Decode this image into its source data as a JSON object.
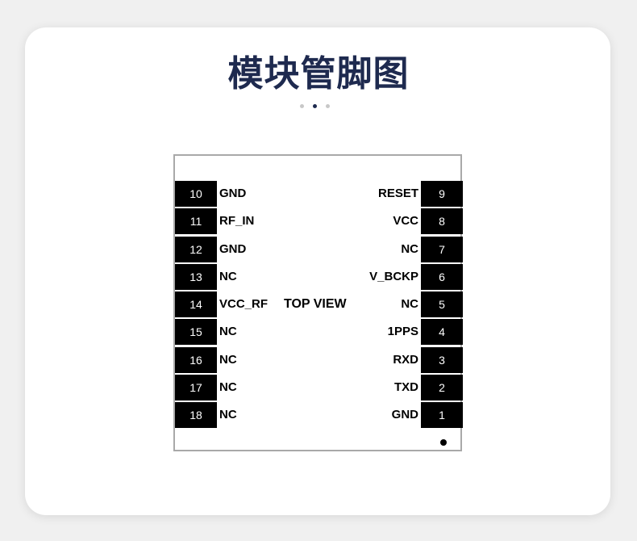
{
  "page": {
    "title": "模块管脚图"
  },
  "colors": {
    "title": "#1e2a4f",
    "card_background": "#ffffff",
    "page_background": "#f0f0f0",
    "pin_box": "#000000",
    "chip_border": "#a9a9a9",
    "dot_active": "#1e2a4f",
    "dot_inactive": "#c8c8c8"
  },
  "carousel": {
    "dot_count": 3,
    "active_index": 1
  },
  "diagram": {
    "center_label": "TOP VIEW",
    "pin1_marker": "dot",
    "left_pins": [
      {
        "number": "10",
        "label": "GND"
      },
      {
        "number": "11",
        "label": "RF_IN"
      },
      {
        "number": "12",
        "label": "GND"
      },
      {
        "number": "13",
        "label": "NC"
      },
      {
        "number": "14",
        "label": "VCC_RF"
      },
      {
        "number": "15",
        "label": "NC"
      },
      {
        "number": "16",
        "label": "NC"
      },
      {
        "number": "17",
        "label": "NC"
      },
      {
        "number": "18",
        "label": "NC"
      }
    ],
    "right_pins": [
      {
        "number": "9",
        "label": "RESET"
      },
      {
        "number": "8",
        "label": "VCC"
      },
      {
        "number": "7",
        "label": "NC"
      },
      {
        "number": "6",
        "label": "V_BCKP"
      },
      {
        "number": "5",
        "label": "NC"
      },
      {
        "number": "4",
        "label": "1PPS"
      },
      {
        "number": "3",
        "label": "RXD"
      },
      {
        "number": "2",
        "label": "TXD"
      },
      {
        "number": "1",
        "label": "GND"
      }
    ]
  }
}
